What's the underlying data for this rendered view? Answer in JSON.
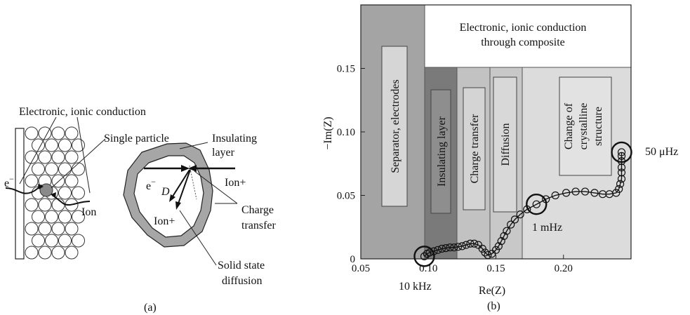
{
  "panel_a": {
    "caption": "(a)",
    "labels": {
      "conduction": "Electronic, ionic conduction",
      "single_particle": "Single particle",
      "insulating_line1": "Insulating",
      "insulating_line2": "layer",
      "electron_left": "e",
      "electron_left_sup": "−",
      "ion_left": "Ion",
      "electron_particle": "e",
      "electron_particle_sup": "−",
      "diffusion_symbol": "D",
      "ion_plus_outer": "Ion+",
      "ion_plus_inner": "Ion+",
      "charge_line1": "Charge",
      "charge_line2": "transfer",
      "solid_line1": "Solid state",
      "solid_line2": "diffusion"
    }
  },
  "panel_b": {
    "caption": "(b)",
    "regions": {
      "composite_line1": "Electronic, ionic conduction",
      "composite_line2": "through composite",
      "separator": "Separator, electrodes",
      "insulating": "Insulating layer",
      "charge": "Charge transfer",
      "diffusion": "Diffusion",
      "crystal_line1": "Change of",
      "crystal_line2": "crystalline",
      "crystal_line3": "structure"
    },
    "markers": {
      "f10k": "10 kHz",
      "f1m": "1 mHz",
      "f50u": "50 μHz"
    },
    "colors": {
      "separator": "#a4a4a4",
      "insulating": "#7a7a7a",
      "charge": "#c2c2c2",
      "diffusion": "#c8c8c8",
      "crystal": "#dcdcdc",
      "inner_box": "#d6d6d6"
    }
  },
  "chart_data": {
    "type": "scatter",
    "title": "",
    "xlabel": "Re(Z)",
    "ylabel": "−Im(Z)",
    "xlim": [
      0.05,
      0.25
    ],
    "ylim": [
      0,
      0.2
    ],
    "xticks": [
      "0.05",
      "0.10",
      "0.15",
      "0.20"
    ],
    "yticks": [
      "0",
      "0.05",
      "0.10",
      "0.15"
    ],
    "grid": false,
    "series": [
      {
        "values": [
          [
            0.097,
            0.002
          ],
          [
            0.099,
            0.004
          ],
          [
            0.101,
            0.005
          ],
          [
            0.104,
            0.006
          ],
          [
            0.107,
            0.007
          ],
          [
            0.11,
            0.008
          ],
          [
            0.113,
            0.0085
          ],
          [
            0.116,
            0.009
          ],
          [
            0.119,
            0.009
          ],
          [
            0.122,
            0.0095
          ],
          [
            0.125,
            0.01
          ],
          [
            0.128,
            0.011
          ],
          [
            0.131,
            0.012
          ],
          [
            0.134,
            0.012
          ],
          [
            0.137,
            0.011
          ],
          [
            0.14,
            0.008
          ],
          [
            0.142,
            0.005
          ],
          [
            0.144,
            0.003
          ],
          [
            0.147,
            0.004
          ],
          [
            0.15,
            0.007
          ],
          [
            0.152,
            0.01
          ],
          [
            0.154,
            0.014
          ],
          [
            0.156,
            0.018
          ],
          [
            0.158,
            0.022
          ],
          [
            0.161,
            0.027
          ],
          [
            0.164,
            0.031
          ],
          [
            0.168,
            0.035
          ],
          [
            0.173,
            0.039
          ],
          [
            0.18,
            0.043
          ],
          [
            0.187,
            0.047
          ],
          [
            0.194,
            0.05
          ],
          [
            0.202,
            0.052
          ],
          [
            0.209,
            0.053
          ],
          [
            0.216,
            0.053
          ],
          [
            0.223,
            0.052
          ],
          [
            0.229,
            0.051
          ],
          [
            0.234,
            0.051
          ],
          [
            0.239,
            0.052
          ],
          [
            0.241,
            0.055
          ],
          [
            0.242,
            0.059
          ],
          [
            0.243,
            0.063
          ],
          [
            0.243,
            0.068
          ],
          [
            0.243,
            0.072
          ],
          [
            0.243,
            0.077
          ],
          [
            0.243,
            0.081
          ],
          [
            0.243,
            0.084
          ]
        ]
      }
    ],
    "highlighted": [
      {
        "label": "10 kHz",
        "x": 0.097,
        "y": 0.002
      },
      {
        "label": "1 mHz",
        "x": 0.18,
        "y": 0.043
      },
      {
        "label": "50 μHz",
        "x": 0.243,
        "y": 0.084
      }
    ]
  }
}
